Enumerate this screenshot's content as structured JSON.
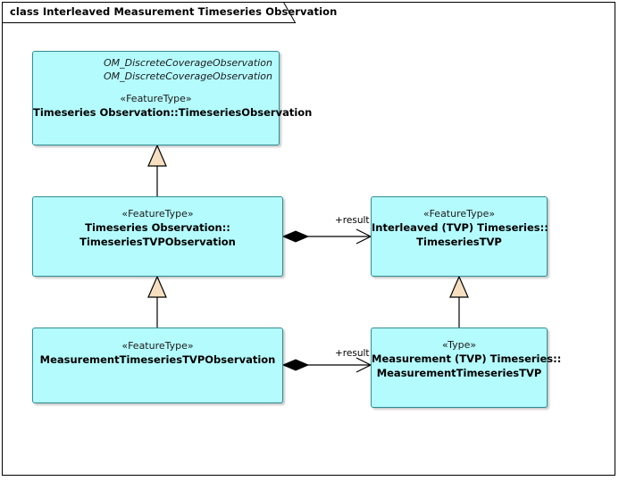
{
  "diagram": {
    "title": "class Interleaved Measurement Timeseries Observation",
    "kind": "UML class diagram",
    "colors": {
      "class_fill": "#b4fbfd",
      "class_border": "#2f8d94",
      "generalization_arrow_fill": "#f6dfc0",
      "composition_diamond": "#000000",
      "canvas": "#ffffff"
    },
    "classes": [
      {
        "id": "timeseries-observation",
        "inherited": [
          "OM_DiscreteCoverageObservation",
          "OM_DiscreteCoverageObservation"
        ],
        "stereotype": "«FeatureType»",
        "name_lines": [
          "Timeseries Observation::TimeseriesObservation"
        ]
      },
      {
        "id": "timeseries-tvp-observation",
        "inherited": [],
        "stereotype": "«FeatureType»",
        "name_lines": [
          "Timeseries Observation::",
          "TimeseriesTVPObservation"
        ]
      },
      {
        "id": "timeseries-tvp",
        "inherited": [],
        "stereotype": "«FeatureType»",
        "name_lines": [
          "Interleaved (TVP) Timeseries::",
          "TimeseriesTVP"
        ]
      },
      {
        "id": "measurement-timeseries-tvp-observation",
        "inherited": [],
        "stereotype": "«FeatureType»",
        "name_lines": [
          "MeasurementTimeseriesTVPObservation"
        ]
      },
      {
        "id": "measurement-timeseries-tvp",
        "inherited": [],
        "stereotype": "«Type»",
        "name_lines": [
          "Measurement (TVP) Timeseries::",
          "MeasurementTimeseriesTVP"
        ]
      }
    ],
    "associations": [
      {
        "id": "result-upper",
        "label": "+result",
        "type": "composition",
        "from": "timeseries-tvp-observation",
        "to": "timeseries-tvp"
      },
      {
        "id": "result-lower",
        "label": "+result",
        "type": "composition",
        "from": "measurement-timeseries-tvp-observation",
        "to": "measurement-timeseries-tvp"
      }
    ],
    "generalizations": [
      {
        "id": "gen-left-upper",
        "from": "timeseries-tvp-observation",
        "to": "timeseries-observation"
      },
      {
        "id": "gen-left-lower",
        "from": "measurement-timeseries-tvp-observation",
        "to": "timeseries-tvp-observation"
      },
      {
        "id": "gen-right",
        "from": "measurement-timeseries-tvp",
        "to": "timeseries-tvp"
      }
    ]
  }
}
